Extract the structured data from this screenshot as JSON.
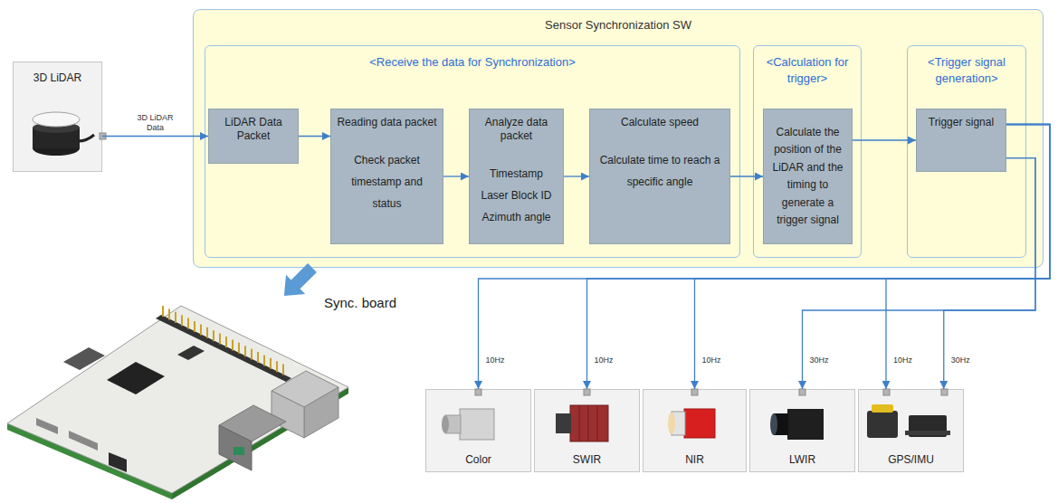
{
  "diagram": {
    "nodes": [
      {
        "text": [
          "3D LiDAR"
        ]
      },
      {
        "text": [
          "Sensor Synchronization SW"
        ]
      },
      {
        "text": [
          "<Receive the data for Synchronization>"
        ],
        "in": 1
      },
      {
        "text": [
          "LiDAR Data Packet"
        ],
        "in": 2
      },
      {
        "text": [
          "Reading data packet",
          "Check packet timestamp and status"
        ],
        "in": 2
      },
      {
        "text": [
          "Analyze data packet",
          "Timestamp",
          "Laser Block ID",
          "Azimuth angle"
        ],
        "in": 2
      },
      {
        "text": [
          "Calculate speed",
          "Calculate time to reach a specific angle"
        ],
        "in": 2
      },
      {
        "text": [
          "<Calculation for trigger>"
        ],
        "in": 1
      },
      {
        "text": [
          "Calculate the position of the LiDAR and the timing to generate a trigger signal"
        ],
        "in": 7
      },
      {
        "text": [
          "<Trigger signal generation>"
        ],
        "in": 1
      },
      {
        "text": [
          "Trigger signal"
        ],
        "in": 9
      },
      {
        "text": [
          "Color"
        ]
      },
      {
        "text": [
          "SWIR"
        ]
      },
      {
        "text": [
          "NIR"
        ]
      },
      {
        "text": [
          "LWIR"
        ]
      },
      {
        "text": [
          "GPS/IMU"
        ]
      }
    ],
    "edges": [
      {
        "from": 0,
        "to": 3,
        "arrow": "to",
        "label": "3D LiDAR Data"
      },
      {
        "from": 3,
        "to": 4,
        "arrow": "to"
      },
      {
        "from": 4,
        "to": 5,
        "arrow": "to"
      },
      {
        "from": 5,
        "to": 6,
        "arrow": "to"
      },
      {
        "from": 6,
        "to": 8,
        "arrow": "to"
      },
      {
        "from": 8,
        "to": 10,
        "arrow": "to"
      },
      {
        "from": 10,
        "to": 11,
        "arrow": "to",
        "label": "10Hz"
      },
      {
        "from": 10,
        "to": 12,
        "arrow": "to",
        "label": "10Hz"
      },
      {
        "from": 10,
        "to": 13,
        "arrow": "to",
        "label": "10Hz"
      },
      {
        "from": 10,
        "to": 14,
        "arrow": "to",
        "label": "30Hz"
      },
      {
        "from": 10,
        "to": 15,
        "arrow": "to",
        "label": "10Hz"
      },
      {
        "from": 10,
        "to": 15,
        "arrow": "to",
        "label": "30Hz"
      }
    ],
    "labels": [
      "Sync. board"
    ]
  }
}
